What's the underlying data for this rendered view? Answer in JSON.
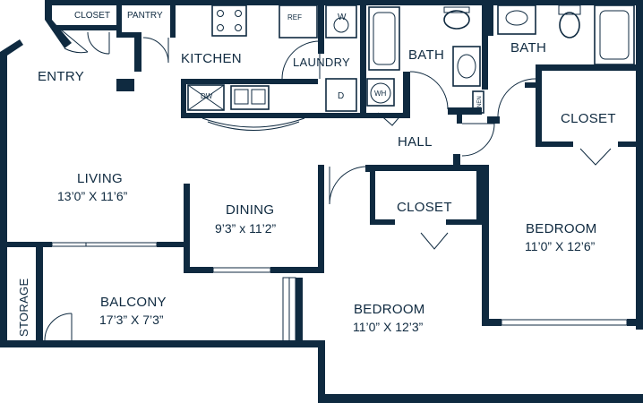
{
  "rooms": {
    "closet_small": "CLOSET",
    "pantry": "PANTRY",
    "entry": "ENTRY",
    "kitchen": "KITCHEN",
    "laundry": "LAUNDRY",
    "bath1": "BATH",
    "bath2": "BATH",
    "hall": "HALL",
    "closet_master": "CLOSET",
    "closet_bedroom2": "CLOSET",
    "living": "LIVING",
    "living_dim": "13’0” X 11’6”",
    "dining": "DINING",
    "dining_dim": "9’3” x 11’2”",
    "bedroom1": "BEDROOM",
    "bedroom1_dim": "11’0” X 12’6”",
    "bedroom2": "BEDROOM",
    "bedroom2_dim": "11’0” X 12’3”",
    "balcony": "BALCONY",
    "balcony_dim": "17’3” X 7’3”",
    "storage": "STORAGE"
  },
  "fixtures": {
    "ref": "REF",
    "washer": "W",
    "dryer": "D",
    "water_heater": "WH",
    "dishwasher": "DW",
    "linen": "LINEN"
  },
  "colors": {
    "wall": "#0f2a40",
    "background": "#ffffff"
  }
}
